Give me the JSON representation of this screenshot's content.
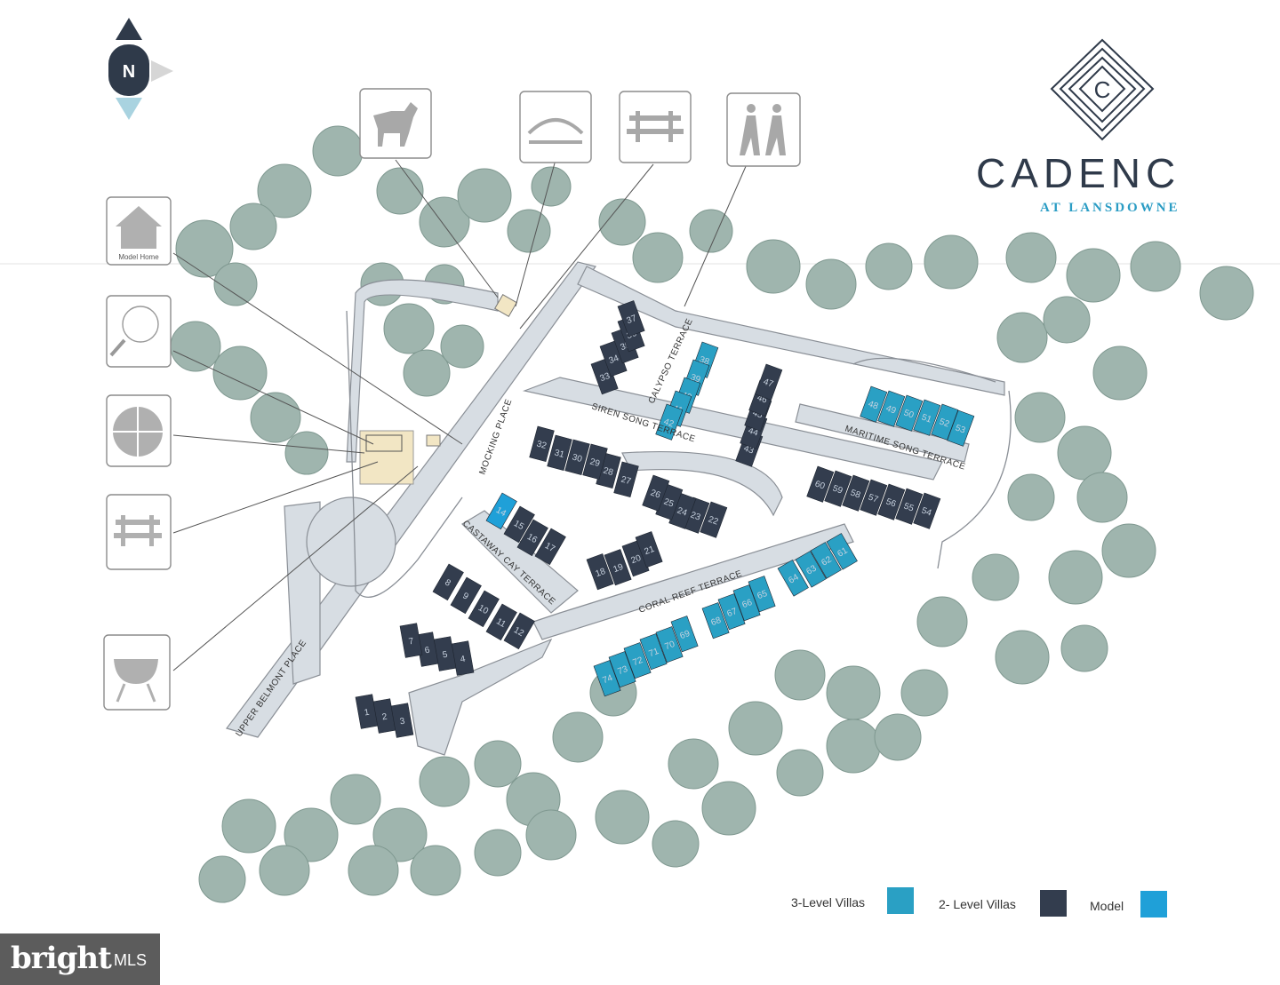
{
  "brand": {
    "title": "CADENC",
    "subtitle": "AT LANSDOWNE",
    "logo_letter": "C",
    "color": "#2a9cc4",
    "text_color": "#2f3a4a"
  },
  "compass": {
    "letter": "N"
  },
  "amenities_left": [
    {
      "name": "model-home-icon",
      "label": "Model Home"
    },
    {
      "name": "tennis-icon",
      "label": ""
    },
    {
      "name": "basketball-icon",
      "label": ""
    },
    {
      "name": "bench-icon",
      "label": ""
    },
    {
      "name": "grill-icon",
      "label": ""
    }
  ],
  "amenities_top": [
    {
      "name": "dog-park-icon"
    },
    {
      "name": "bridge-icon"
    },
    {
      "name": "bench-icon"
    },
    {
      "name": "hiking-icon"
    }
  ],
  "streets": {
    "mockingbird": "MOCKING PLACE",
    "calypso": "CALYPSO TERRACE",
    "siren": "SIREN SONG TERRACE",
    "maritime": "MARITIME SONG TERRACE",
    "castaway": "CASTAWAY CAY TERRACE",
    "coral": "CORAL REEF TERRACE",
    "belmont": "UPPER BELMONT PLACE"
  },
  "legend": {
    "three_level": "3-Level Villas",
    "two_level": "2- Level Villas",
    "model": "Model",
    "three_level_color": "#2aa0c4",
    "two_level_color": "#333d4e",
    "model_color": "#1fa0d8"
  },
  "units": {
    "three_level": [
      "38",
      "39",
      "40",
      "41",
      "42",
      "48",
      "49",
      "50",
      "51",
      "52",
      "53",
      "61",
      "62",
      "63",
      "64",
      "65",
      "66",
      "67",
      "68",
      "69",
      "70",
      "71",
      "72",
      "73",
      "74"
    ],
    "model": [
      "14"
    ],
    "two_level": [
      "1",
      "2",
      "3",
      "4",
      "5",
      "6",
      "7",
      "8",
      "9",
      "10",
      "11",
      "12",
      "15",
      "16",
      "17",
      "18",
      "19",
      "20",
      "21",
      "22",
      "23",
      "24",
      "25",
      "26",
      "27",
      "28",
      "29",
      "30",
      "31",
      "32",
      "33",
      "34",
      "35",
      "36",
      "37",
      "43",
      "44",
      "45",
      "46",
      "47",
      "54",
      "55",
      "56",
      "57",
      "58",
      "59",
      "60"
    ]
  },
  "watermark": {
    "brand": "bright",
    "suffix": "MLS"
  }
}
